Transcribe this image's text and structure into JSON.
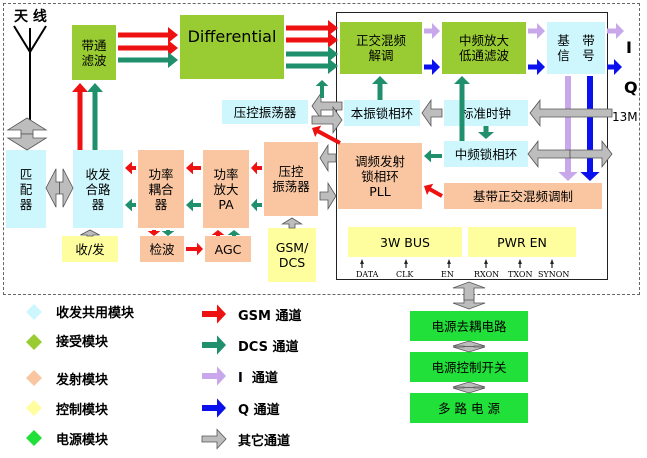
{
  "colors": {
    "shared": "#cdf7fc",
    "receive": "#99cc33",
    "transmit": "#f9c6a1",
    "control": "#fffe9e",
    "power": "#22e03a",
    "gsm": "#ee1111",
    "dcs": "#1f8f6c",
    "i": "#c8a8ea",
    "q": "#0a10ee",
    "other": "#bdbdbd"
  },
  "blocks": {
    "antenna": "天 线",
    "bandpass": "带通\n滤波",
    "differential": "Differential",
    "quad_demod": "正交混频\n解调",
    "if_amp": "中频放大\n低通滤波",
    "baseband_signal": "基　带\n信　号",
    "vco": "压控振荡器",
    "lo_pll": "本振锁相环",
    "ref_clock": "标准时钟",
    "if_pll": "中频锁相环",
    "fm_tx_pll": "调频发射\n锁相环\nPLL",
    "bb_quad_mod": "基带正交混频调制",
    "matching": "匹\n配\n器",
    "duplexer": "收发\n合路\n器",
    "power_coupler": "功率\n耦合\n器",
    "power_amp": "功率\n放大\nPA",
    "tx_vco": "压控\n振荡器",
    "rx_tx": "收/发",
    "detector": "检波",
    "agc": "AGC",
    "gsm_dcs": "GSM/\nDCS",
    "bus_3w": "3W BUS",
    "pwr_en": "PWR EN",
    "decoupling": "电源去耦电路",
    "power_switch": "电源控制开关",
    "multi_power": "多 路 电 源"
  },
  "labels": {
    "i_out": "I",
    "q_out": "Q",
    "clk_13m": "13M"
  },
  "pins": [
    "DATA",
    "CLK",
    "EN",
    "RXON",
    "TXON",
    "SYNON"
  ],
  "legend": {
    "modules": [
      {
        "text": "收发共用模块",
        "color": "#cdf7fc"
      },
      {
        "text": "接受模块",
        "color": "#99cc33"
      },
      {
        "text": "发射模块",
        "color": "#f9c6a1"
      },
      {
        "text": "控制模块",
        "color": "#fffe9e"
      },
      {
        "text": "电源模块",
        "color": "#22e03a"
      }
    ],
    "channels": [
      {
        "text": "GSM 通道",
        "color": "#ee1111"
      },
      {
        "text": "DCS 通道",
        "color": "#1f8f6c"
      },
      {
        "text": "I  通道",
        "color": "#c8a8ea"
      },
      {
        "text": "Q 通道",
        "color": "#0a10ee"
      },
      {
        "text": "其它通道",
        "color": "#bdbdbd"
      }
    ]
  }
}
